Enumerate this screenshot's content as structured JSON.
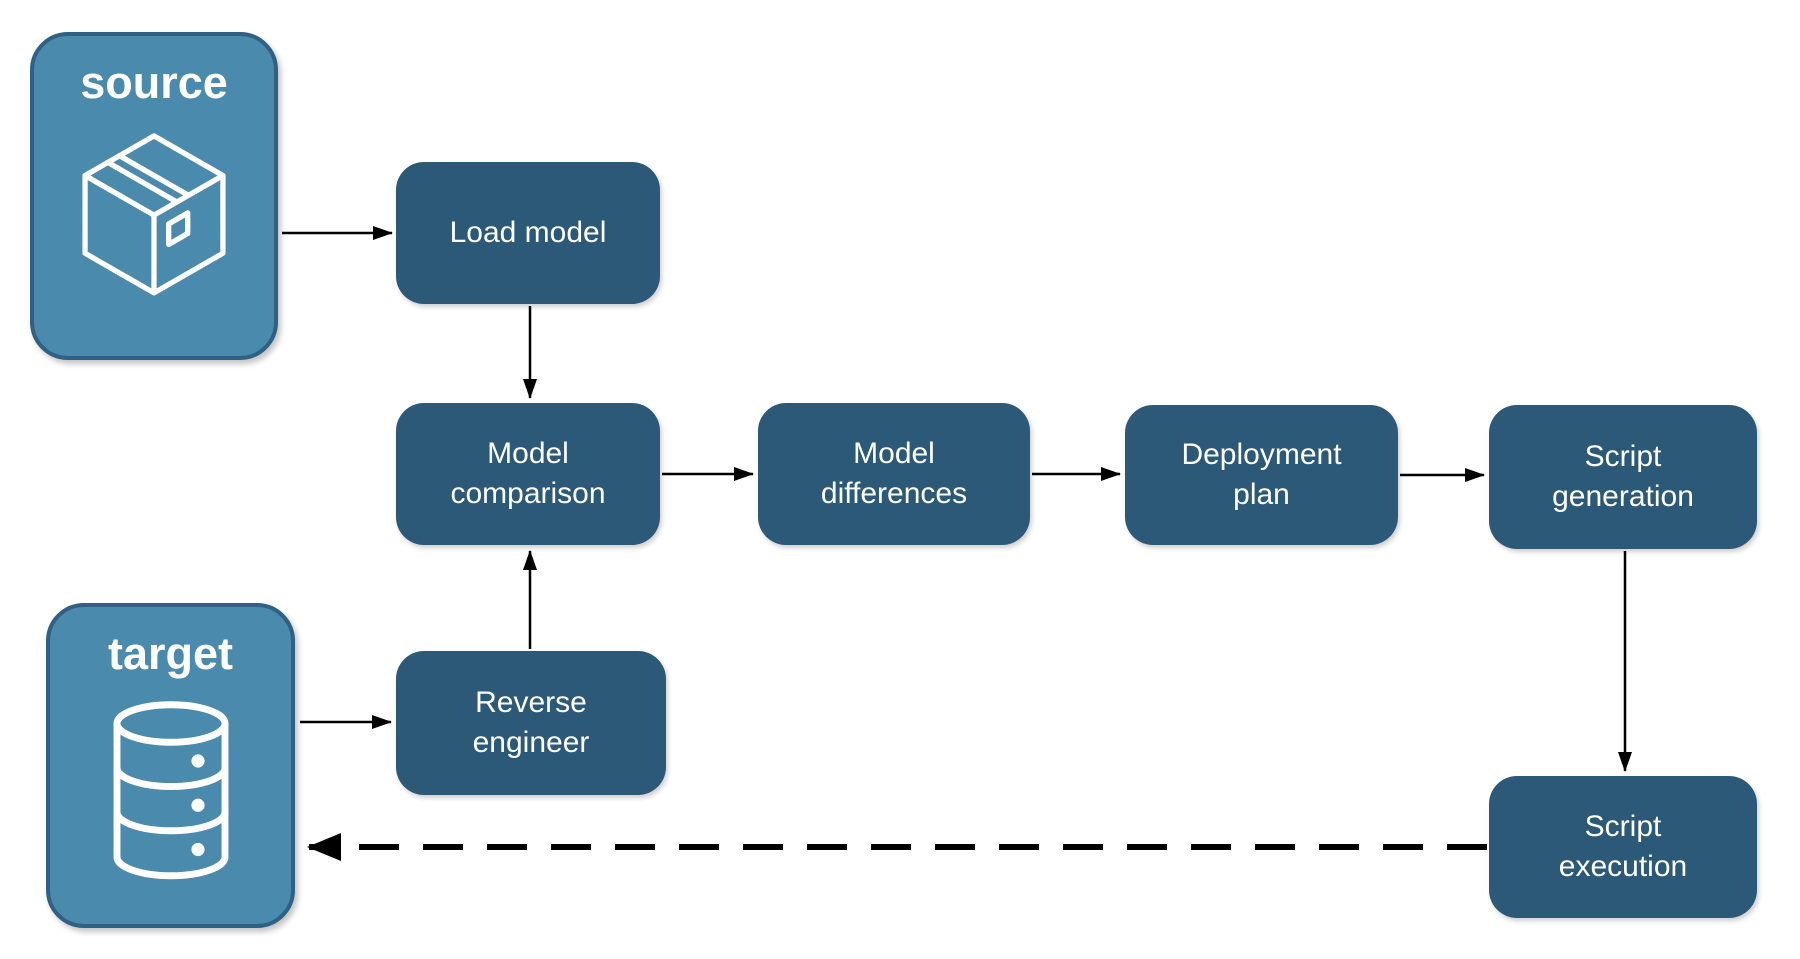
{
  "diagram": {
    "endpoints": {
      "source": {
        "label": "source",
        "icon": "package-icon"
      },
      "target": {
        "label": "target",
        "icon": "database-icon"
      }
    },
    "nodes": {
      "load_model": {
        "label": "Load model"
      },
      "model_comparison": {
        "label": "Model comparison"
      },
      "model_differences": {
        "label": "Model differences"
      },
      "deployment_plan": {
        "label": "Deployment plan"
      },
      "script_generation": {
        "label": "Script generation"
      },
      "script_execution": {
        "label": "Script execution"
      },
      "reverse_engineer": {
        "label": "Reverse engineer"
      }
    },
    "edges": [
      {
        "from": "source",
        "to": "load_model",
        "style": "solid"
      },
      {
        "from": "load_model",
        "to": "model_comparison",
        "style": "solid"
      },
      {
        "from": "target",
        "to": "reverse_engineer",
        "style": "solid"
      },
      {
        "from": "reverse_engineer",
        "to": "model_comparison",
        "style": "solid"
      },
      {
        "from": "model_comparison",
        "to": "model_differences",
        "style": "solid"
      },
      {
        "from": "model_differences",
        "to": "deployment_plan",
        "style": "solid"
      },
      {
        "from": "deployment_plan",
        "to": "script_generation",
        "style": "solid"
      },
      {
        "from": "script_generation",
        "to": "script_execution",
        "style": "solid"
      },
      {
        "from": "script_execution",
        "to": "target",
        "style": "dashed"
      }
    ],
    "colors": {
      "node_fill": "#2B5977",
      "endpoint_fill": "#4A8AAC",
      "endpoint_border": "#2E6183",
      "label_text": "#FFFFFF",
      "arrow": "#000000",
      "background": "#FFFFFF"
    }
  }
}
